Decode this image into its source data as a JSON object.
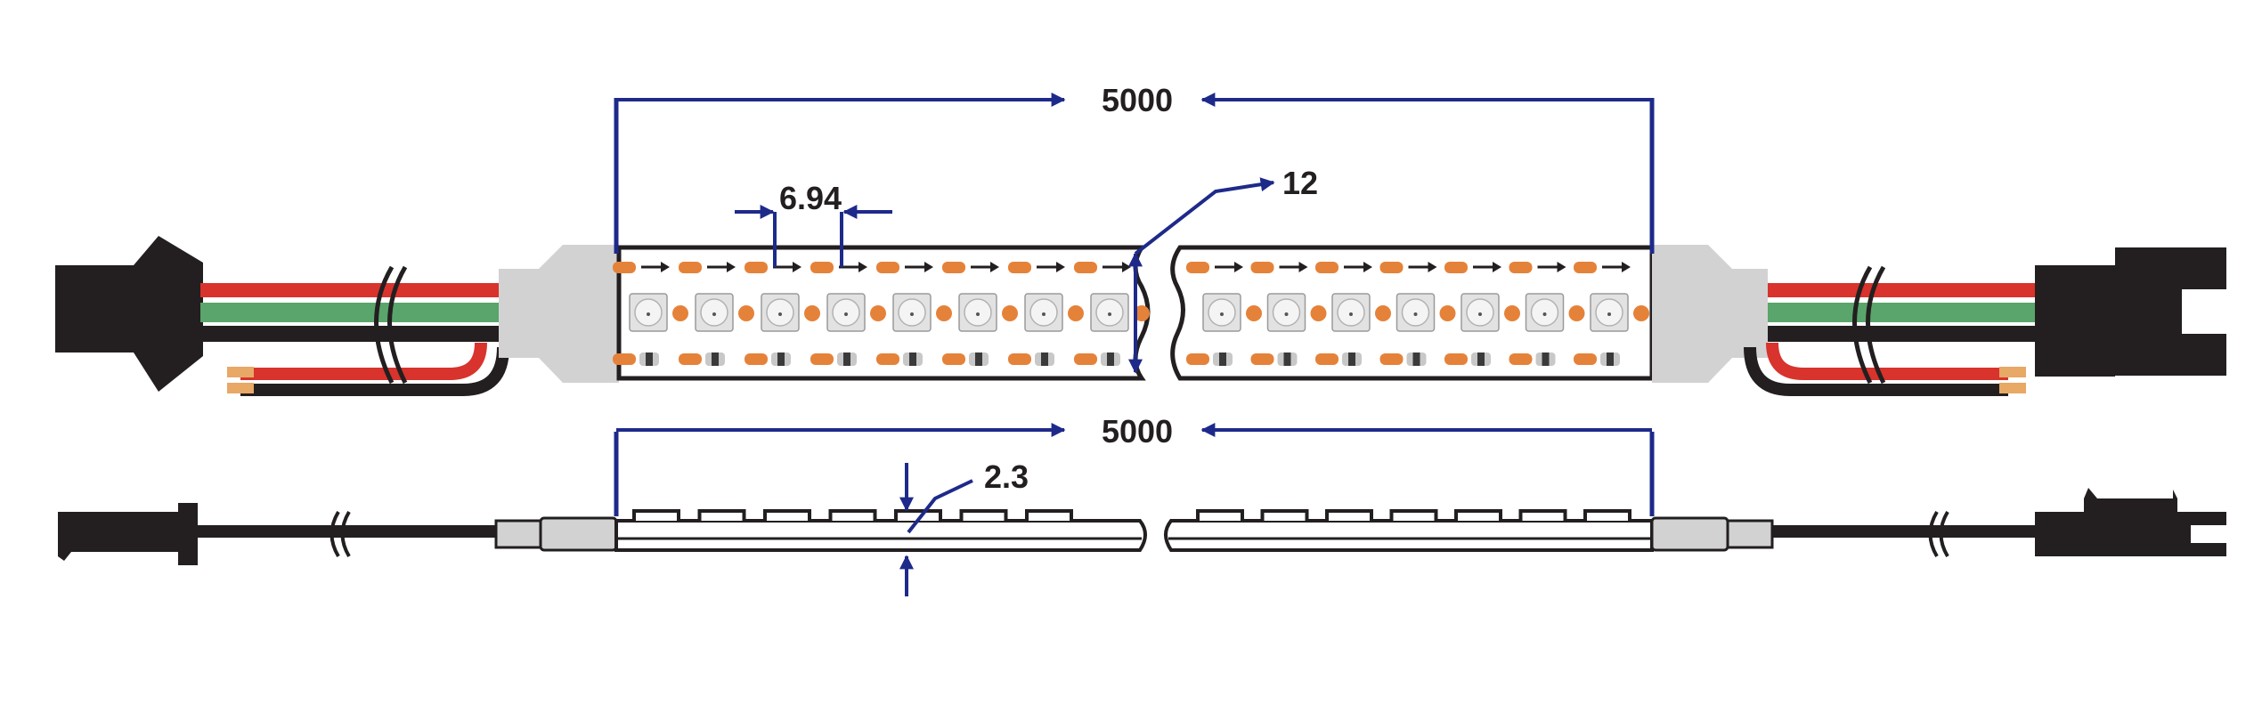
{
  "labels": {
    "length_top": "5000",
    "width": "12",
    "pitch": "6.94",
    "length_side": "5000",
    "thickness": "2.3"
  },
  "colors": {
    "dimension_line": "#1e2a8a",
    "connector": "#231f20",
    "wire_red": "#d8332c",
    "wire_green": "#5aa56b",
    "wire_black": "#231f20",
    "pad_orange": "#e5823a",
    "heatshrink": "#d2d2d2",
    "tin": "#e8a866"
  },
  "strip": {
    "led_count_left_segment": 8,
    "led_count_right_segment": 7
  }
}
